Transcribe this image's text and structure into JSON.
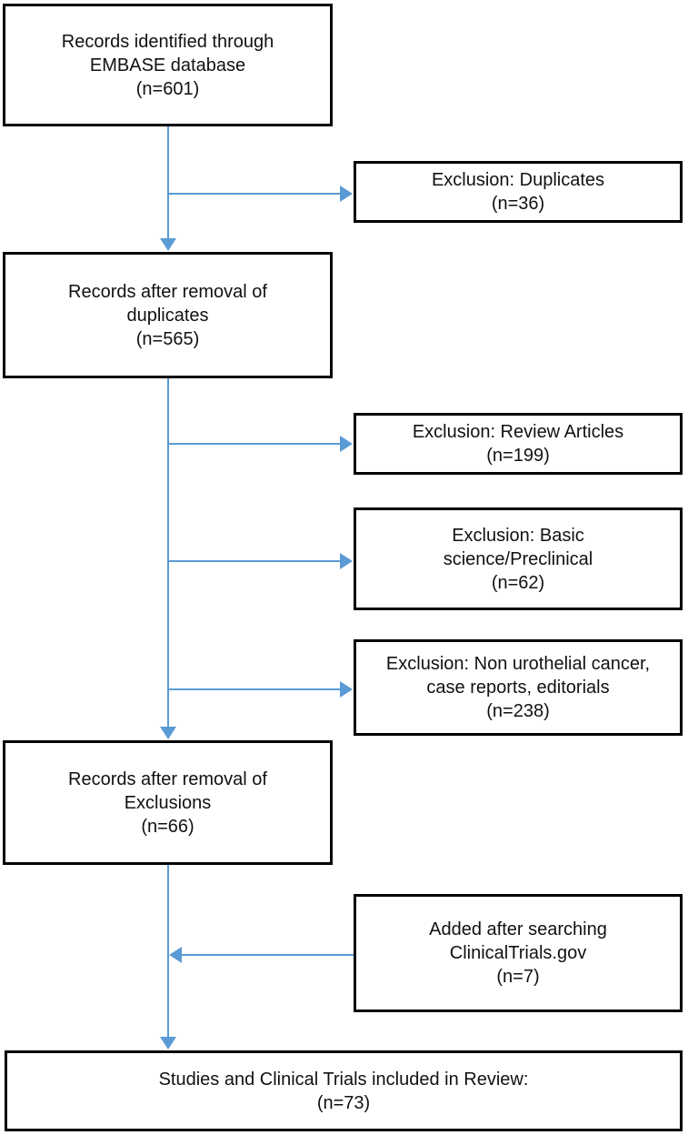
{
  "diagram": {
    "title": "study selection flow diagram",
    "arrow_color": "#5B9BD5",
    "border_color": "#000000",
    "text_color": "#111111",
    "nodes": {
      "embase": {
        "lines": [
          "Records identified through",
          "EMBASE database",
          "(n=601)"
        ]
      },
      "duplicates": {
        "lines": [
          "Exclusion: Duplicates",
          "(n=36)"
        ]
      },
      "after_duplicates": {
        "lines": [
          "Records after removal of",
          "duplicates",
          "(n=565)"
        ]
      },
      "review_articles": {
        "lines": [
          "Exclusion: Review Articles",
          "(n=199)"
        ]
      },
      "basic_science": {
        "lines": [
          "Exclusion: Basic",
          "science/Preclinical",
          "(n=62)"
        ]
      },
      "non_urothelial": {
        "lines": [
          "Exclusion: Non urothelial cancer,",
          "case reports, editorials",
          "(n=238)"
        ]
      },
      "after_exclusions": {
        "lines": [
          "Records after removal of",
          "Exclusions",
          "(n=66)"
        ]
      },
      "clinicaltrials": {
        "lines": [
          "Added after searching",
          "ClinicalTrials.gov",
          "(n=7)"
        ]
      },
      "included": {
        "lines": [
          "Studies and Clinical Trials included in Review:",
          "(n=73)"
        ]
      }
    }
  }
}
